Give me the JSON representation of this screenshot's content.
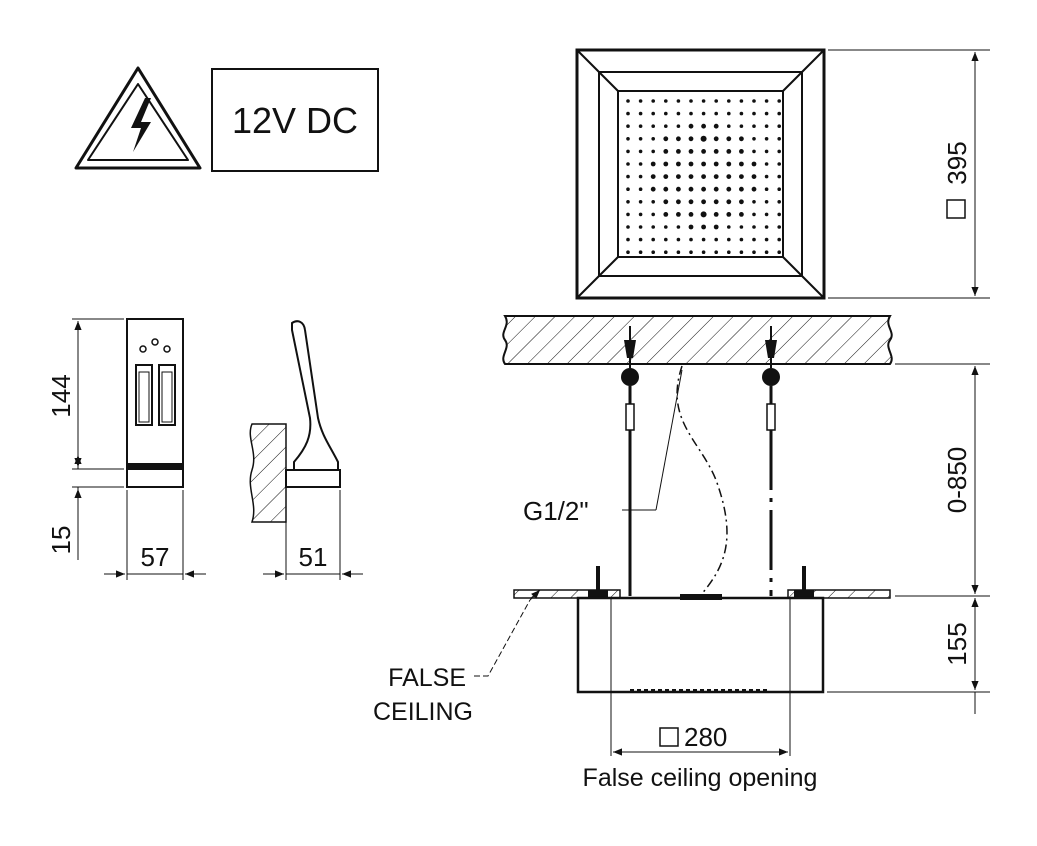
{
  "warning_label": "12V DC",
  "dimensions": {
    "head_size": "395",
    "control_height": "144",
    "control_base": "15",
    "control_width": "57",
    "control_depth": "51",
    "drop_range": "0-850",
    "box_height": "155",
    "opening_size": "280",
    "pipe_thread": "G1/2\""
  },
  "labels": {
    "false_ceiling_line1": "FALSE",
    "false_ceiling_line2": "CEILING",
    "opening_caption": "False ceiling opening"
  }
}
